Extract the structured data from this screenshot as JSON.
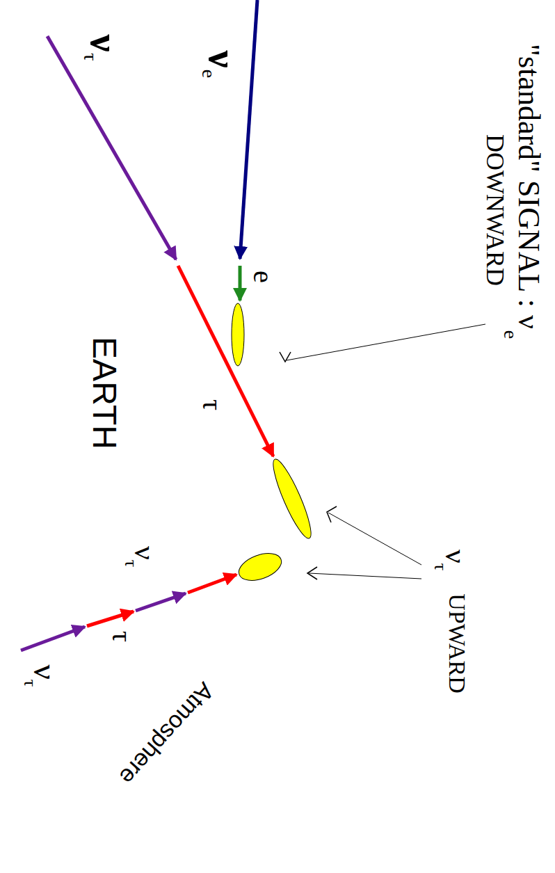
{
  "diagram": {
    "nodes": [
      {
        "text": [
          "Atmosphere"
        ]
      },
      {
        "text": [
          "EARTH"
        ]
      }
    ],
    "labels": [
      "\"standard\" SIGNAL : ν",
      "e",
      "DOWNWARD",
      "ν",
      "e",
      "ν",
      "τ",
      "e",
      "τ",
      "ν",
      "τ",
      "UPWARD",
      "ν",
      "τ",
      "τ",
      "ν",
      "τ"
    ]
  }
}
